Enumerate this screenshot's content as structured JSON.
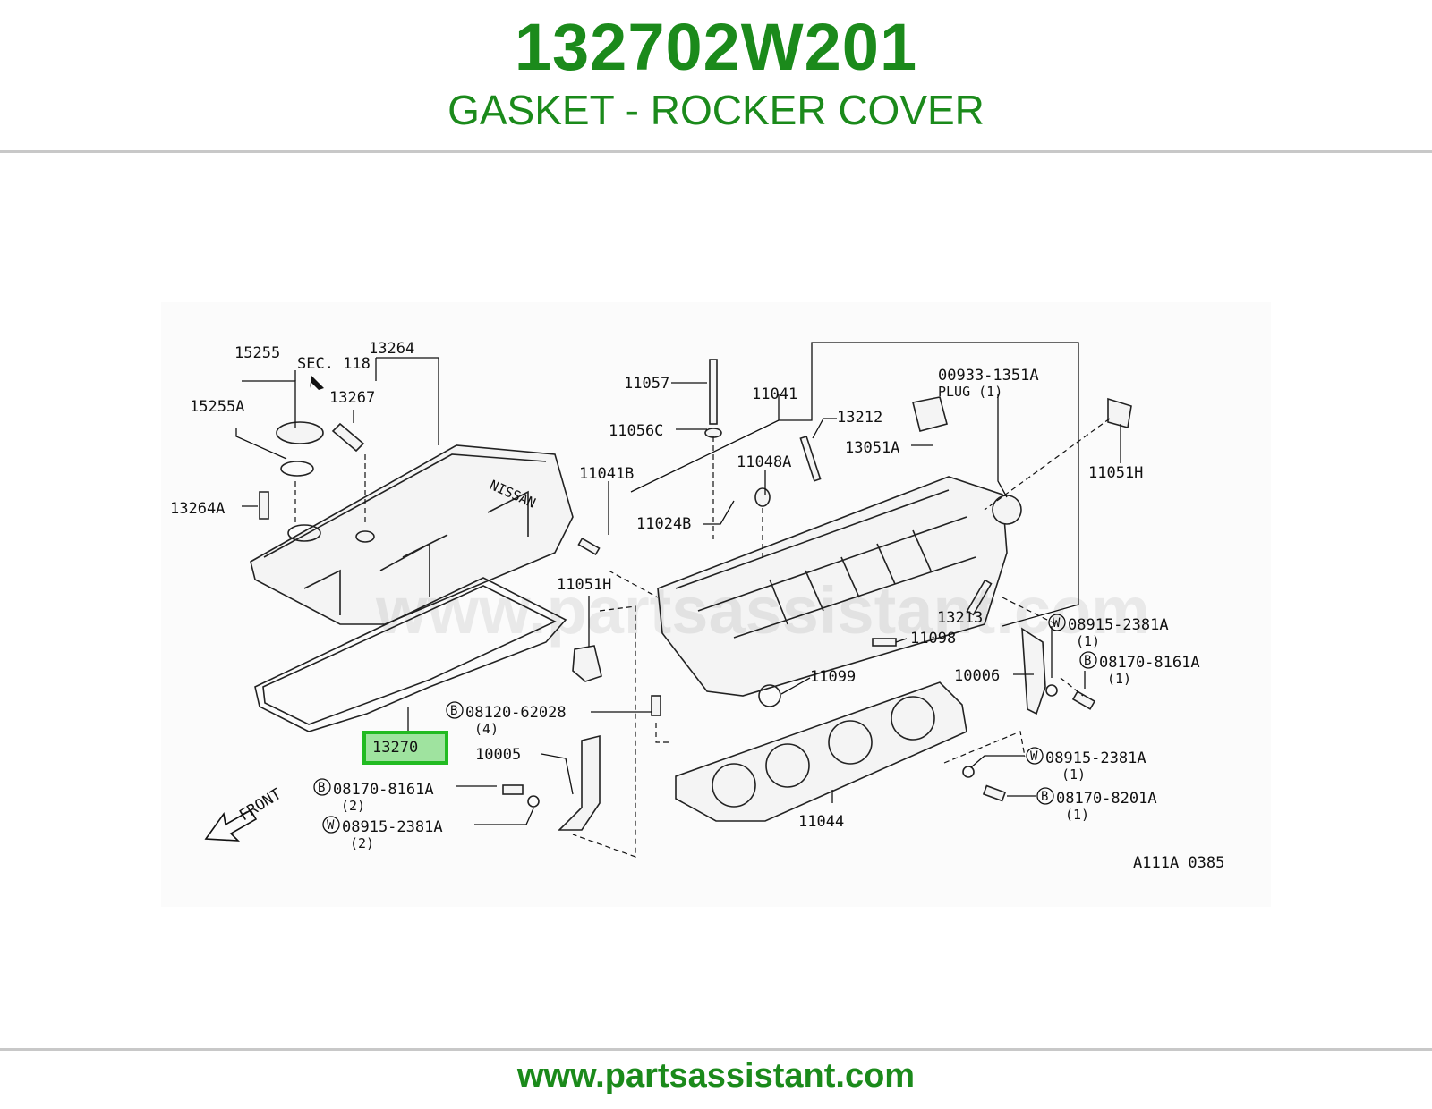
{
  "header": {
    "part_number": "132702W201",
    "part_name": "GASKET - ROCKER COVER"
  },
  "footer": {
    "url": "www.partsassistant.com"
  },
  "watermark": "www.partsassistant.com",
  "accent_color": "#1b8a1b",
  "highlight_color": "#22bb22",
  "diagram": {
    "code": "A111A 0385",
    "front_label": "FRONT",
    "highlighted_callout": "13270",
    "callouts": {
      "c15255": "15255",
      "sec118": "SEC. 118",
      "c13264": "13264",
      "c15255A": "15255A",
      "c13267": "13267",
      "c13264A": "13264A",
      "c11057": "11057",
      "c11041": "11041",
      "c11056C": "11056C",
      "c13212": "13212",
      "c00933": "00933-1351A",
      "plug": "PLUG (1)",
      "c13051A": "13051A",
      "c11048A": "11048A",
      "c11041B": "11041B",
      "c11024B": "11024B",
      "c11051H_right": "11051H",
      "c11051H_left": "11051H",
      "c13213": "13213",
      "c11098": "11098",
      "c11099": "11099",
      "c10006": "10006",
      "w1_code": "08915-2381A",
      "w1_qty": "(1)",
      "b1_code": "08170-8161A",
      "b1_qty": "(1)",
      "b2_code": "08120-62028",
      "b2_qty": "(4)",
      "c10005": "10005",
      "b3_code": "08170-8161A",
      "b3_qty": "(2)",
      "w3_code": "08915-2381A",
      "w3_qty": "(2)",
      "w4_code": "08915-2381A",
      "w4_qty": "(1)",
      "b4_code": "08170-8201A",
      "b4_qty": "(1)",
      "c11044": "11044",
      "b_letter": "B",
      "w_letter": "W"
    }
  }
}
